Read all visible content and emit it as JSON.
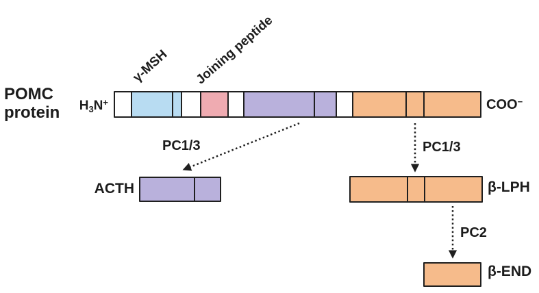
{
  "colors": {
    "white": "#ffffff",
    "blue": "#b8dcf2",
    "pink": "#efabb1",
    "purple": "#b9b1dc",
    "orange": "#f6bb8b",
    "outline": "#1f1f1f",
    "text": "#1c1c1c"
  },
  "labels": {
    "title_line1": "POMC",
    "title_line2": "protein",
    "n_terminus": {
      "h": "H",
      "sub": "3",
      "n": "N",
      "sup": "+"
    },
    "c_terminus": {
      "base": "COO",
      "sup": "−"
    },
    "gamma_msh": "γ-MSH",
    "joining_peptide": "Joining peptide",
    "enzyme_to_acth": "PC1/3",
    "enzyme_to_blph": "PC1/3",
    "enzyme_to_bend": "PC2",
    "acth": "ACTH",
    "blph": "β-LPH",
    "bend": "β-END"
  },
  "bars": {
    "pomc": {
      "segments": [
        {
          "w": 24,
          "color": "white"
        },
        {
          "w": 61,
          "color": "blue"
        },
        {
          "w": 12,
          "color": "blue"
        },
        {
          "w": 27,
          "color": "white"
        },
        {
          "w": 40,
          "color": "pink"
        },
        {
          "w": 22,
          "color": "white"
        },
        {
          "w": 106,
          "color": "purple"
        },
        {
          "w": 32,
          "color": "purple"
        },
        {
          "w": 23,
          "color": "white"
        },
        {
          "w": 80,
          "color": "orange"
        },
        {
          "w": 25,
          "color": "orange"
        },
        {
          "w": 85,
          "color": "orange"
        }
      ]
    },
    "acth": {
      "segments": [
        {
          "w": 82,
          "color": "purple"
        },
        {
          "w": 38,
          "color": "purple"
        }
      ]
    },
    "blph": {
      "segments": [
        {
          "w": 85,
          "color": "orange"
        },
        {
          "w": 25,
          "color": "orange"
        },
        {
          "w": 85,
          "color": "orange"
        }
      ]
    },
    "bend": {
      "segments": [
        {
          "w": 85,
          "color": "orange"
        }
      ]
    }
  }
}
